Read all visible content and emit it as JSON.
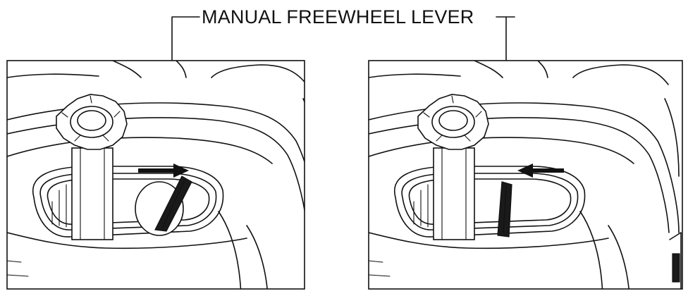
{
  "callout": {
    "label": "MANUAL FREEWHEEL LEVER"
  },
  "panels": [
    {
      "id": "engaged",
      "arrow_direction": "right"
    },
    {
      "id": "disengaged",
      "arrow_direction": "left"
    }
  ],
  "colors": {
    "line": "#111111",
    "background": "#ffffff"
  }
}
